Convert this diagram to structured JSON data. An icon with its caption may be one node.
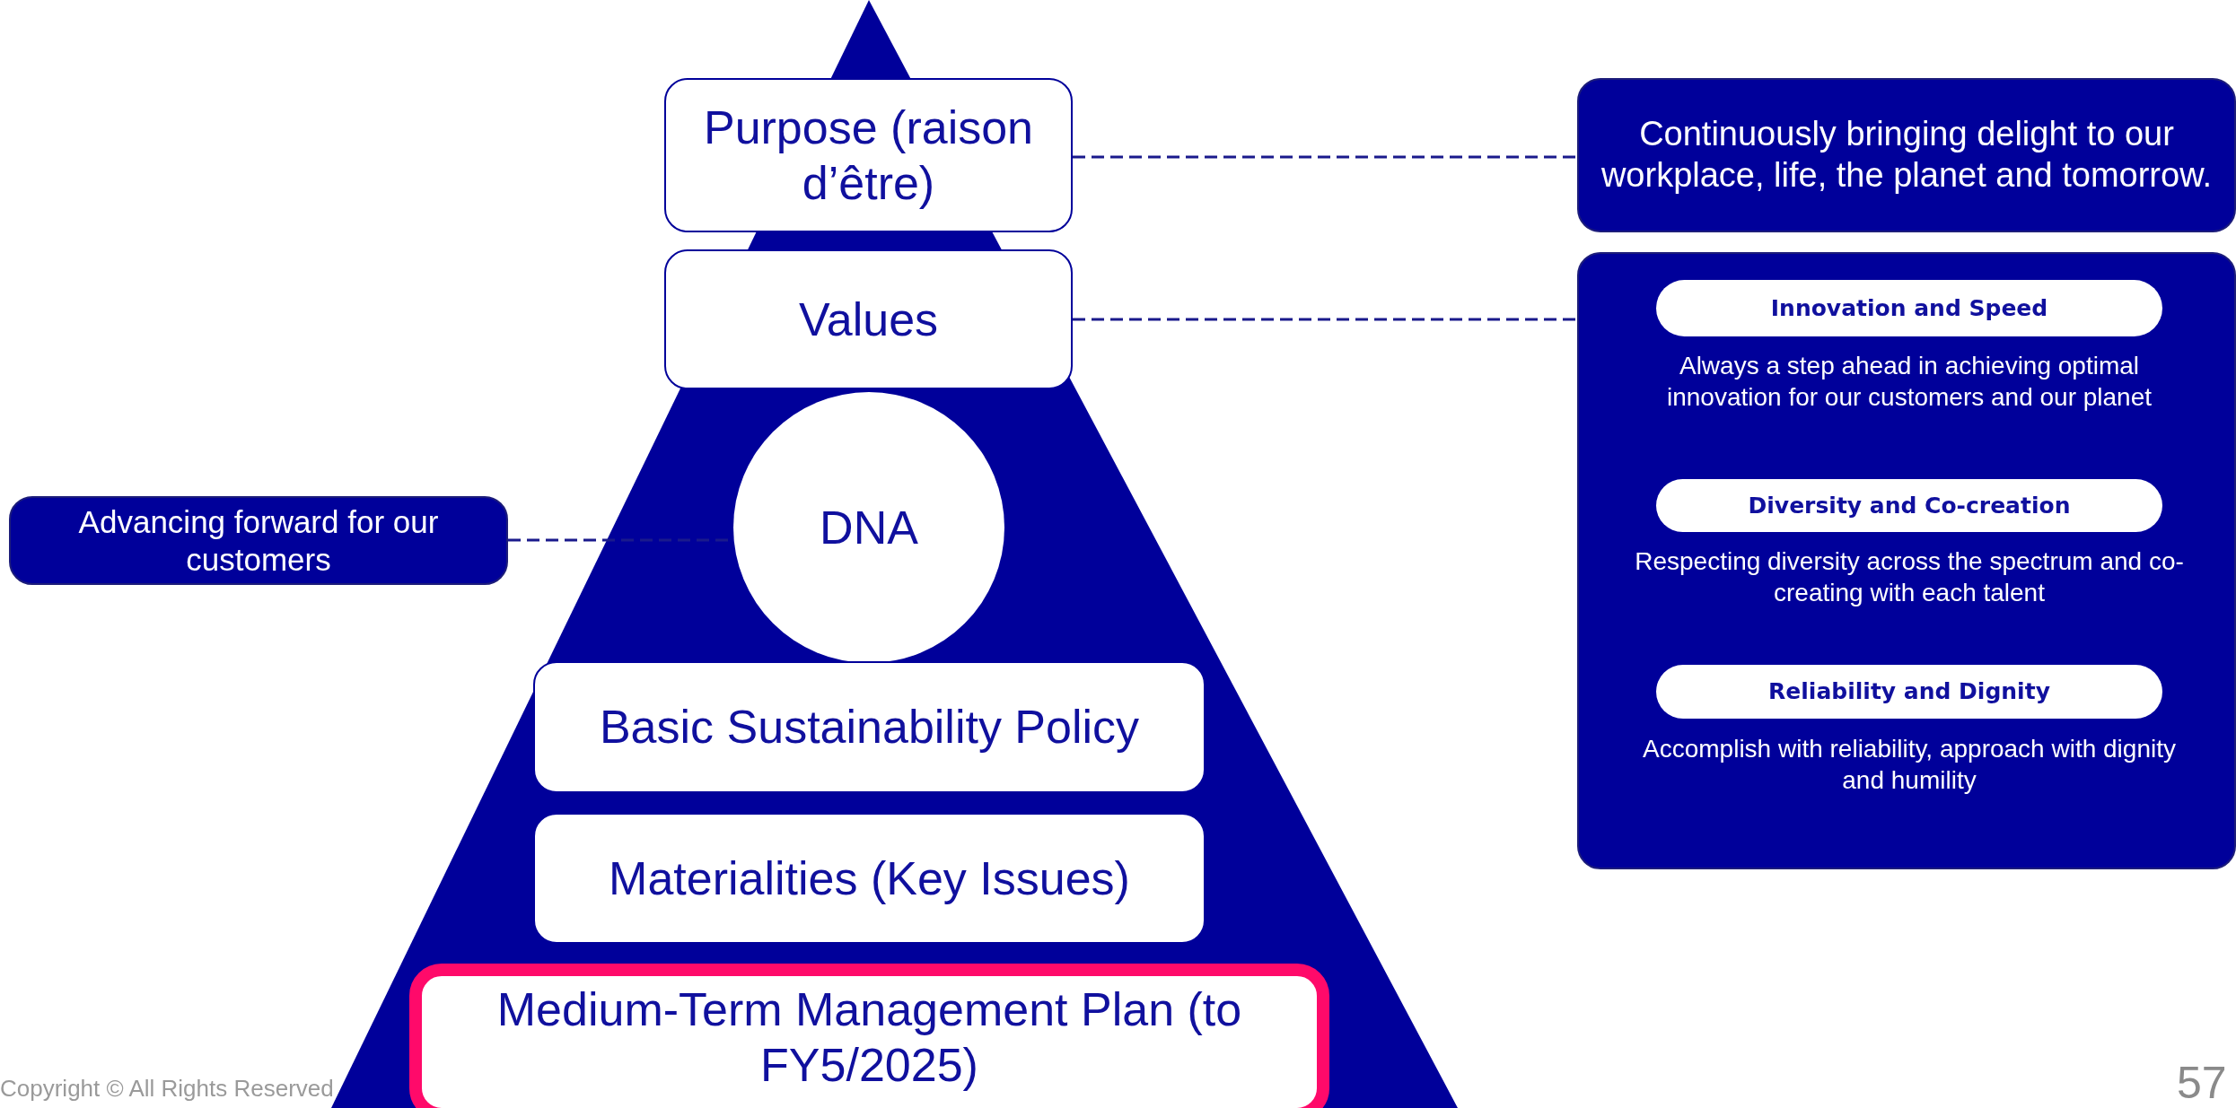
{
  "diagram": {
    "nodes": [
      {
        "text": [
          "Purpose (raison d’être)"
        ]
      },
      {
        "text": [
          "Continuously bringing delight to our workplace, life, the planet and tomorrow."
        ]
      },
      {
        "text": [
          "Values"
        ]
      },
      {
        "text": [],
        "shape": "box"
      },
      {
        "text": [
          "Innovation and Speed"
        ],
        "in": 3,
        "beside": [
          "Always a step ahead in achieving optimal innovation for our customers and our planet"
        ]
      },
      {
        "text": [
          "Diversity and Co-creation"
        ],
        "in": 3,
        "beside": [
          "Respecting diversity across the spectrum and co-creating with each talent"
        ]
      },
      {
        "text": [
          "Reliability and Dignity"
        ],
        "in": 3,
        "beside": [
          "Accomplish with reliability, approach with dignity and humility"
        ]
      },
      {
        "text": [
          "Advancing forward for our customers"
        ]
      },
      {
        "text": [
          "DNA"
        ]
      },
      {
        "text": [
          "Basic Sustainability Policy"
        ]
      },
      {
        "text": [
          "Materialities (Key Issues)"
        ]
      },
      {
        "text": [
          "Medium-Term Management Plan (to FY5/2025)"
        ]
      }
    ],
    "edges": [
      {
        "from": 0,
        "to": 1,
        "arrow": "none",
        "style": "dashed"
      },
      {
        "from": 2,
        "to": 3,
        "arrow": "none",
        "style": "dashed"
      },
      {
        "from": 7,
        "to": 8,
        "arrow": "none",
        "style": "dashed"
      }
    ],
    "labels": [
      "Copyright © All Rights Reserved",
      "57"
    ]
  }
}
